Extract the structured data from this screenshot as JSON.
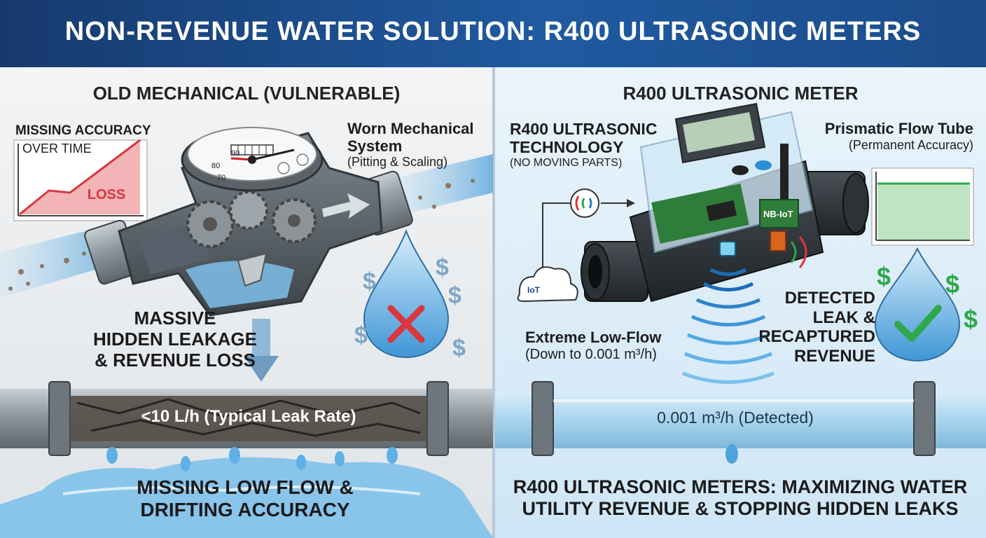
{
  "header": {
    "title": "NON-REVENUE WATER SOLUTION: R400 ULTRASONIC METERS"
  },
  "left": {
    "heading": "OLD MECHANICAL (VULNERABLE)",
    "chart": {
      "title_line1": "MISSING ACCURACY",
      "title_line2": "OVER TIME",
      "loss_label": "LOSS"
    },
    "worn": {
      "line1": "Worn Mechanical",
      "line2": "System",
      "line3": "(Pitting & Scaling)"
    },
    "dial_numbers": [
      "90",
      "80",
      "70"
    ],
    "leakage": {
      "line1": "MASSIVE",
      "line2": "HIDDEN LEAKAGE",
      "line3": "& REVENUE LOSS"
    },
    "pipe_label": "<10 L/h (Typical Leak Rate)",
    "bottom": {
      "line1": "MISSING LOW FLOW &",
      "line2": "DRIFTING ACCURACY"
    },
    "currency_symbol": "$"
  },
  "right": {
    "heading": "R400 ULTRASONIC METER",
    "tech": {
      "line1": "R400 ULTRASONIC",
      "line2": "TECHNOLOGY",
      "line3": "(NO MOVING PARTS)"
    },
    "tube": {
      "line1": "Prismatic Flow Tube",
      "line2": "(Permanent Accuracy)"
    },
    "iot_label": "IoT",
    "nbiot_label": "NB-IoT",
    "lowflow": {
      "line1": "Extreme Low-Flow",
      "line2": "(Down to 0.001 m³/h)"
    },
    "detected": {
      "line1": "DETECTED",
      "line2": "LEAK &",
      "line3": "RECAPTURED",
      "line4": "REVENUE"
    },
    "pipe_label": "0.001 m³/h (Detected)",
    "bottom": {
      "line1": "R400 ULTRASONIC METERS: MAXIMIZING WATER",
      "line2": "UTILITY REVENUE & STOPPING HIDDEN LEAKS"
    },
    "currency_symbol": "$"
  },
  "colors": {
    "header": "#1f5aa0",
    "loss_red": "#d9363e",
    "ok_green": "#2ea84a",
    "water": "#4fa3dc",
    "pipe": "#8a949c"
  }
}
